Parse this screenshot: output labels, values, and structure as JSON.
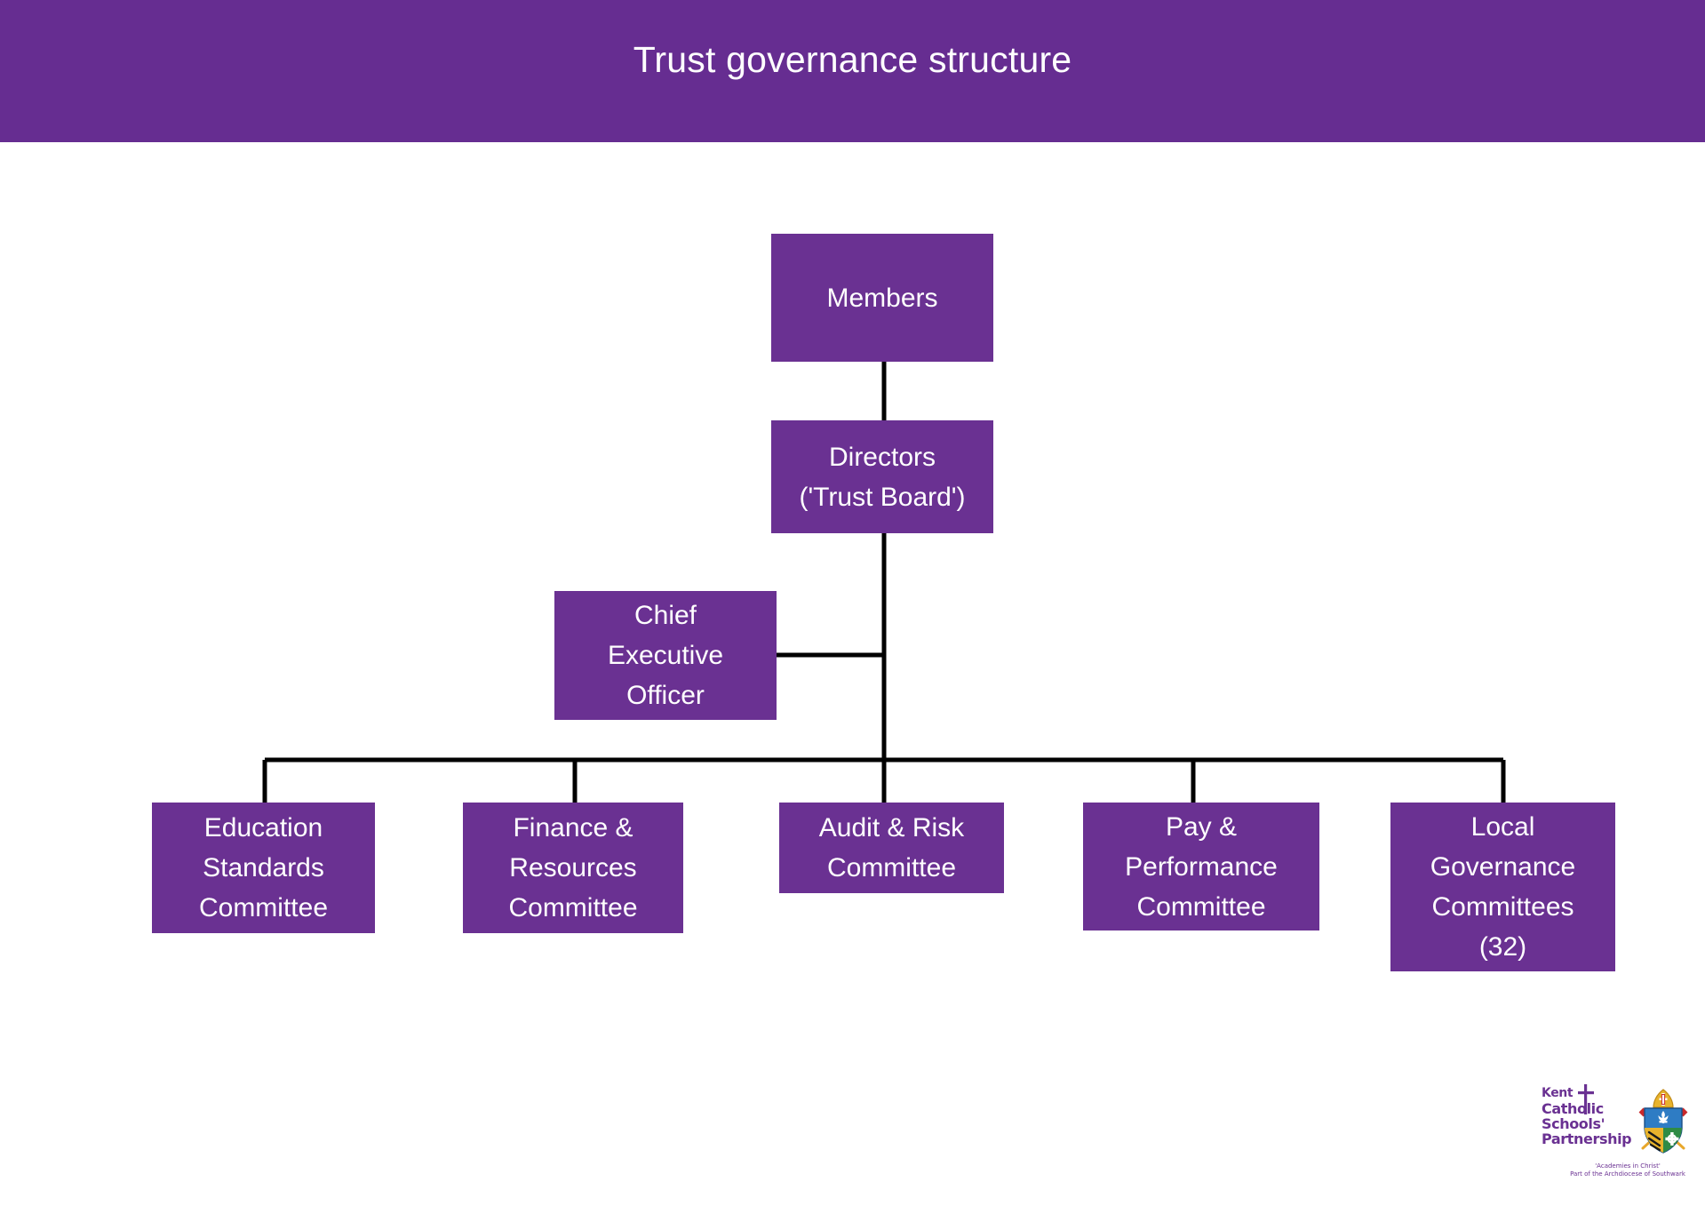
{
  "header": {
    "title": "Trust governance structure",
    "background_color": "#662D91",
    "text_color": "#FFFFFF"
  },
  "theme": {
    "node_fill": "#6A3192",
    "node_text": "#FFFFFF",
    "connector_color": "#000000",
    "canvas_background": "#FFFFFF",
    "logo_purple": "#6A3192"
  },
  "chart_data": {
    "type": "diagram",
    "diagram_kind": "org-chart",
    "title": "Trust governance structure",
    "nodes": [
      {
        "id": "members",
        "label": "Members",
        "level": 0
      },
      {
        "id": "directors",
        "label": "Directors\n('Trust Board')",
        "level": 1
      },
      {
        "id": "ceo",
        "label": "Chief\nExecutive\nOfficer",
        "level": 2
      },
      {
        "id": "education",
        "label": "Education\nStandards\nCommittee",
        "level": 3
      },
      {
        "id": "finance",
        "label": "Finance &\nResources\nCommittee",
        "level": 3
      },
      {
        "id": "audit",
        "label": "Audit & Risk\nCommittee",
        "level": 3
      },
      {
        "id": "pay",
        "label": "Pay &\nPerformance\nCommittee",
        "level": 3
      },
      {
        "id": "local",
        "label": "Local\nGovernance\nCommittees\n(32)",
        "level": 3
      }
    ],
    "edges": [
      {
        "from": "members",
        "to": "directors"
      },
      {
        "from": "directors",
        "to": "ceo"
      },
      {
        "from": "directors",
        "to": "education"
      },
      {
        "from": "directors",
        "to": "finance"
      },
      {
        "from": "directors",
        "to": "audit"
      },
      {
        "from": "directors",
        "to": "pay"
      },
      {
        "from": "directors",
        "to": "local"
      }
    ],
    "counts": {
      "local_governance_committees": 32
    }
  },
  "nodes": {
    "members": {
      "label": "Members"
    },
    "directors": {
      "label": "Directors\n('Trust Board')"
    },
    "ceo": {
      "label": "Chief\nExecutive\nOfficer"
    },
    "education": {
      "label": "Education\nStandards\nCommittee"
    },
    "finance": {
      "label": "Finance &\nResources\nCommittee"
    },
    "audit": {
      "label": "Audit & Risk\nCommittee"
    },
    "pay": {
      "label": "Pay &\nPerformance\nCommittee"
    },
    "local": {
      "label": "Local\nGovernance\nCommittees\n(32)"
    }
  },
  "logo": {
    "line1": "Kent",
    "line2": "Catholic",
    "line3": "Schools'",
    "line4": "Partnership",
    "tagline1": "'Academies in Christ'",
    "tagline2": "Part of the Archdiocese of Southwark",
    "crest_name": "archdiocese-coat-of-arms",
    "cross_name": "latin-cross"
  }
}
